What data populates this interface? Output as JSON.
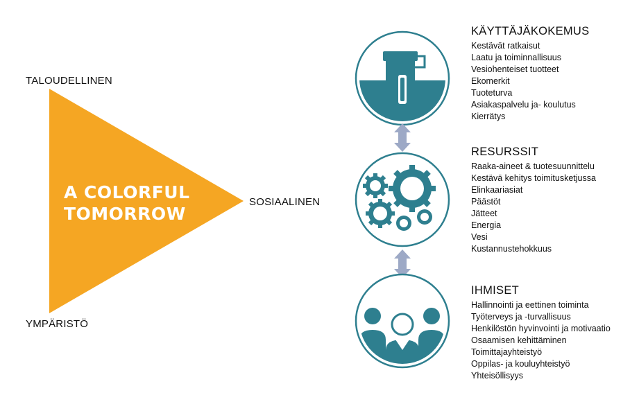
{
  "colors": {
    "triangle": "#F5A623",
    "circle": "#2E7F8F",
    "arrow": "#9DA9C6"
  },
  "triangle": {
    "title_line1": "A COLORFUL",
    "title_line2": "TOMORROW",
    "vertex_top": "TALOUDELLINEN",
    "vertex_right": "SOSIAALINEN",
    "vertex_bottom": "YMPÄRISTÖ"
  },
  "sections": [
    {
      "icon": "paint-roller-icon",
      "title": "KÄYTTÄJÄKOKEMUS",
      "items": [
        "Kestävät ratkaisut",
        "Laatu ja toiminnallisuus",
        "Vesiohenteiset tuotteet",
        "Ekomerkit",
        "Tuoteturva",
        "Asiakaspalvelu ja- koulutus",
        "Kierrätys"
      ]
    },
    {
      "icon": "gears-icon",
      "title": "RESURSSIT",
      "items": [
        "Raaka-aineet & tuotesuunnittelu",
        "Kestävä kehitys toimitusketjussa",
        "Elinkaariasiat",
        "Päästöt",
        "Jätteet",
        "Energia",
        "Vesi",
        "Kustannustehokkuus"
      ]
    },
    {
      "icon": "people-icon",
      "title": "IHMISET",
      "items": [
        "Hallinnointi ja eettinen toiminta",
        "Työterveys ja -turvallisuus",
        "Henkilöstön hyvinvointi ja motivaatio",
        "Osaamisen kehittäminen",
        "Toimittajayhteistyö",
        "Oppilas- ja kouluyhteistyö",
        "Yhteisöllisyys"
      ]
    }
  ]
}
